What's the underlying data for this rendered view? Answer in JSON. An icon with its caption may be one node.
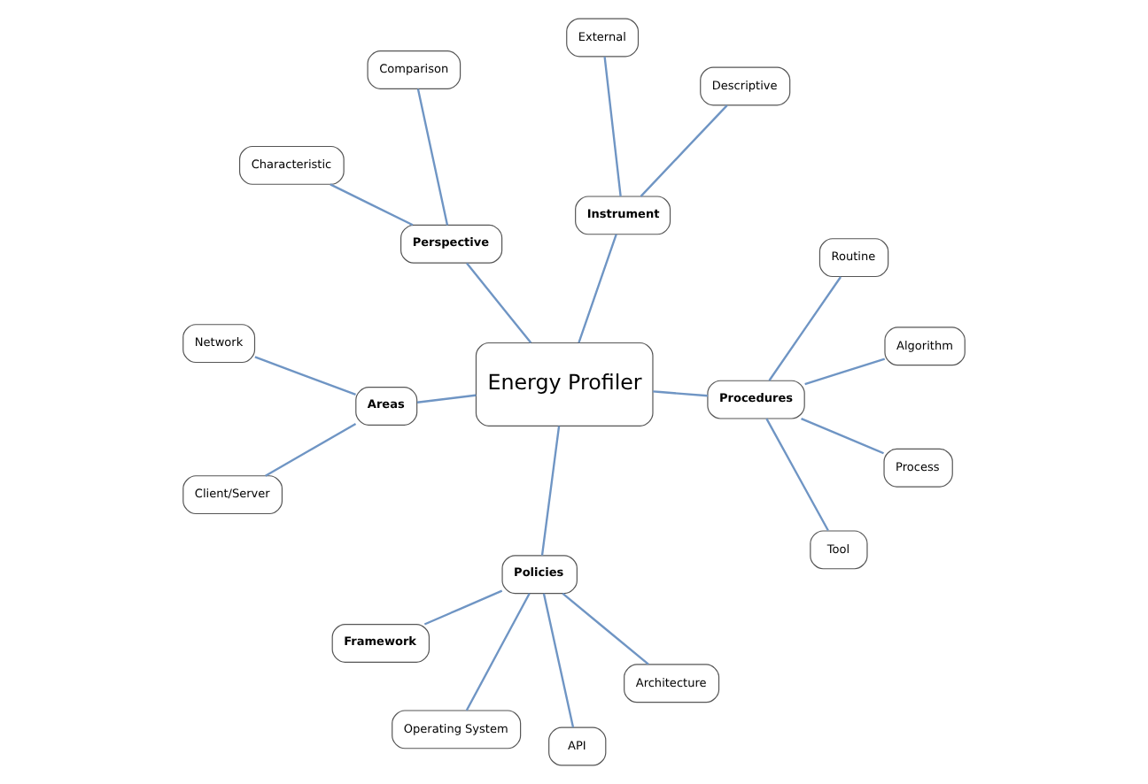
{
  "diagram": {
    "nodes": [
      {
        "text": [
          "Energy Profiler"
        ]
      },
      {
        "text": [
          "Instrument"
        ]
      },
      {
        "text": [
          "Descriptive"
        ]
      },
      {
        "text": [
          "External"
        ]
      },
      {
        "text": [
          "Areas"
        ]
      },
      {
        "text": [
          "Network"
        ]
      },
      {
        "text": [
          "Client/Server"
        ]
      },
      {
        "text": [
          "Policies"
        ]
      },
      {
        "text": [
          "Operating System"
        ]
      },
      {
        "text": [
          "Architecture"
        ]
      },
      {
        "text": [
          "API"
        ]
      },
      {
        "text": [
          "Framework"
        ]
      },
      {
        "text": [
          "Procedures"
        ]
      },
      {
        "text": [
          "Algorithm"
        ]
      },
      {
        "text": [
          "Routine"
        ]
      },
      {
        "text": [
          "Tool"
        ]
      },
      {
        "text": [
          "Process"
        ]
      },
      {
        "text": [
          "Perspective"
        ]
      },
      {
        "text": [
          "Characteristic"
        ]
      },
      {
        "text": [
          "Comparison"
        ]
      }
    ],
    "edges": [
      {
        "from": 0,
        "to": 1,
        "arrow": "none"
      },
      {
        "from": 0,
        "to": 4,
        "arrow": "none"
      },
      {
        "from": 0,
        "to": 7,
        "arrow": "none"
      },
      {
        "from": 0,
        "to": 12,
        "arrow": "none"
      },
      {
        "from": 0,
        "to": 17,
        "arrow": "none"
      },
      {
        "from": 1,
        "to": 2,
        "arrow": "none"
      },
      {
        "from": 1,
        "to": 3,
        "arrow": "none"
      },
      {
        "from": 4,
        "to": 5,
        "arrow": "none"
      },
      {
        "from": 4,
        "to": 6,
        "arrow": "none"
      },
      {
        "from": 7,
        "to": 8,
        "arrow": "none"
      },
      {
        "from": 7,
        "to": 9,
        "arrow": "none"
      },
      {
        "from": 7,
        "to": 10,
        "arrow": "none"
      },
      {
        "from": 7,
        "to": 11,
        "arrow": "none"
      },
      {
        "from": 12,
        "to": 13,
        "arrow": "none"
      },
      {
        "from": 12,
        "to": 14,
        "arrow": "none"
      },
      {
        "from": 12,
        "to": 15,
        "arrow": "none"
      },
      {
        "from": 12,
        "to": 16,
        "arrow": "none"
      },
      {
        "from": 17,
        "to": 18,
        "arrow": "none"
      },
      {
        "from": 17,
        "to": 19,
        "arrow": "none"
      }
    ]
  }
}
